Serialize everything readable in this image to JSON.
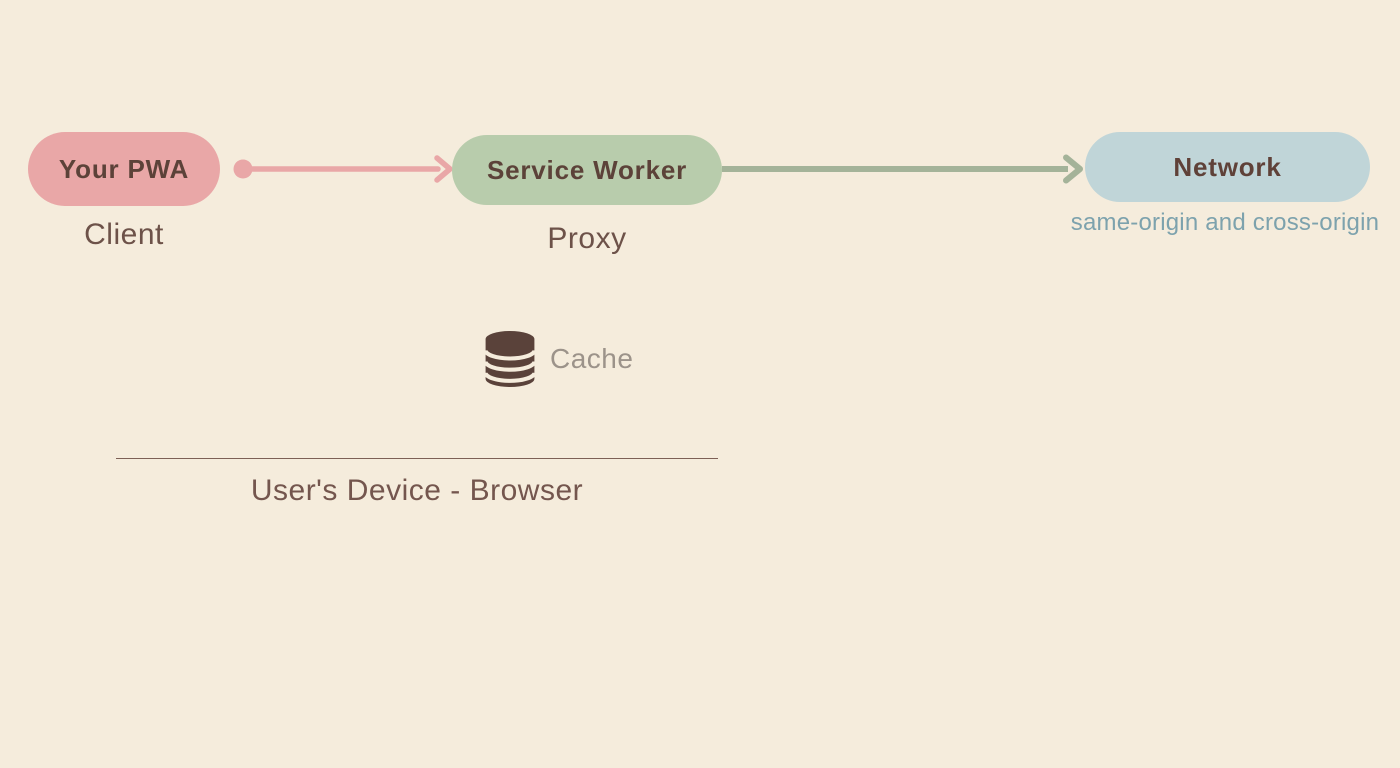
{
  "nodes": {
    "pwa": {
      "label": "Your PWA",
      "sublabel": "Client",
      "fill": "#e9a7a7",
      "text_color": "#5c4239"
    },
    "service_worker": {
      "label": "Service Worker",
      "sublabel": "Proxy",
      "fill": "#b8ccac",
      "text_color": "#5c4239"
    },
    "network": {
      "label": "Network",
      "sublabel": "same-origin and cross-origin",
      "fill": "#c0d5d8",
      "text_color": "#5f4138",
      "sublabel_color": "#7da2ad"
    }
  },
  "arrows": {
    "pwa_to_service_worker": {
      "color": "#e9a7a7",
      "style": "dot-line-arrowhead"
    },
    "service_worker_to_network": {
      "color": "#a4b399",
      "style": "line-arrowhead"
    }
  },
  "cache": {
    "label": "Cache",
    "icon": "database-icon",
    "icon_color": "#5a423a",
    "label_color": "#9c938a"
  },
  "boundary": {
    "label": "User's Device - Browser",
    "line_color": "#7d6056",
    "label_color": "#74564e"
  },
  "colors": {
    "background": "#f5ecdc"
  }
}
